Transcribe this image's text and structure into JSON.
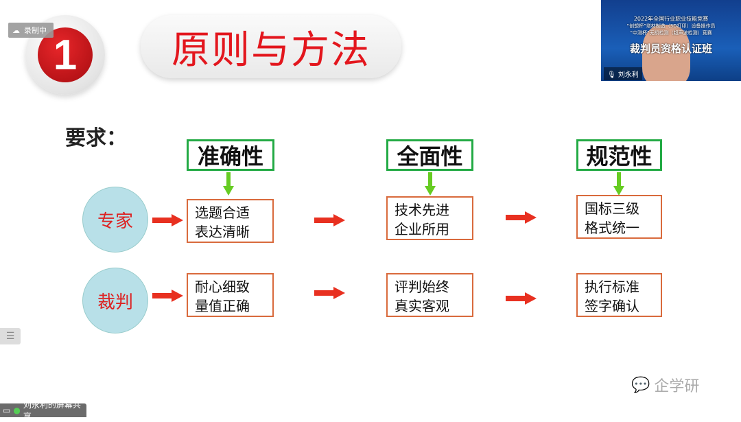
{
  "recording": {
    "label": "录制中"
  },
  "slide": {
    "number": "1",
    "title": "原则与方法",
    "requirement_label": "要求：",
    "headers": [
      "准确性",
      "全面性",
      "规范性"
    ],
    "roles": [
      {
        "name": "专家",
        "items": [
          [
            "选题合适",
            "表达清晰"
          ],
          [
            "技术先进",
            "企业所用"
          ],
          [
            "国标三级",
            "格式统一"
          ]
        ]
      },
      {
        "name": "裁判",
        "items": [
          [
            "耐心细致",
            "量值正确"
          ],
          [
            "评判始终",
            "真实客观"
          ],
          [
            "执行标准",
            "签字确认"
          ]
        ]
      }
    ]
  },
  "webcam": {
    "banner_year": "2022年全国行业职业技能竞赛",
    "banner_line2": "“创想杯”增材制造（3D打印）设备操作员",
    "banner_line3": "“中测杯”无损检测（超声波检测）竞赛",
    "banner_title": "裁判员资格认证班",
    "speaker": "刘永利"
  },
  "screen_share": {
    "label": "刘永利的屏幕共享"
  },
  "watermark": {
    "text": "企学研"
  }
}
